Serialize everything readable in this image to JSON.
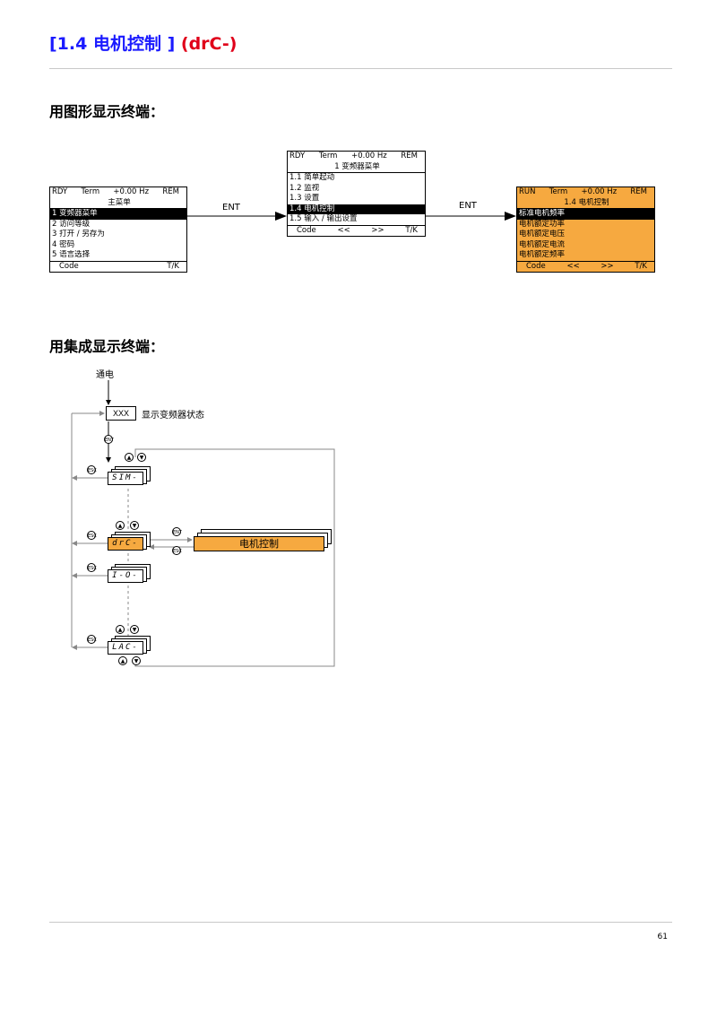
{
  "header": {
    "title_main": "[1.4 电机控制 ]",
    "title_code": "(drC-)"
  },
  "section_graphic": {
    "heading": "用图形显示终端："
  },
  "section_integrated": {
    "heading": "用集成显示终端："
  },
  "terminal_main": {
    "status": [
      "RDY",
      "Term",
      "+0.00 Hz",
      "REM"
    ],
    "subtitle": "主菜单",
    "items": [
      "1 变频器菜单",
      "2 访问等级",
      "3 打开 / 另存为",
      "4 密码",
      "5 语言选择"
    ],
    "selected_index": 0,
    "footer": [
      "Code",
      "T/K"
    ]
  },
  "terminal_drive": {
    "status": [
      "RDY",
      "Term",
      "+0.00 Hz",
      "REM"
    ],
    "subtitle": "1 变频器菜单",
    "items": [
      "1.1 简单起动",
      "1.2 监视",
      "1.3 设置",
      "1.4 电机控制",
      "1.5 输入 / 输出设置"
    ],
    "selected_index": 3,
    "footer": [
      "Code",
      "<<",
      ">>",
      "T/K"
    ]
  },
  "terminal_motor": {
    "status": [
      "RUN",
      "Term",
      "+0.00 Hz",
      "REM"
    ],
    "subtitle": "1.4 电机控制",
    "items": [
      "标准电机频率",
      "电机额定功率",
      "电机额定电压",
      "电机额定电流",
      "电机额定频率"
    ],
    "selected_index": 0,
    "footer": [
      "Code",
      "<<",
      ">>",
      "T/K"
    ]
  },
  "arrows": {
    "ent_1": "ENT",
    "ent_2": "ENT"
  },
  "integrated": {
    "power_on": "通电",
    "xxx": "XXX",
    "display_state": "显示变频器状态",
    "ent_label": "ENT",
    "esc_label": "ESC",
    "up_symbol": "▲",
    "down_symbol": "▼",
    "menus": [
      "SIM-",
      "drC-",
      "I-O-",
      "LAC-"
    ],
    "motor_control_box": "电机控制"
  },
  "page_number": "61",
  "colors": {
    "title_blue": "#1a1aff",
    "title_red": "#e0001a",
    "highlight_orange": "#f6a940"
  }
}
